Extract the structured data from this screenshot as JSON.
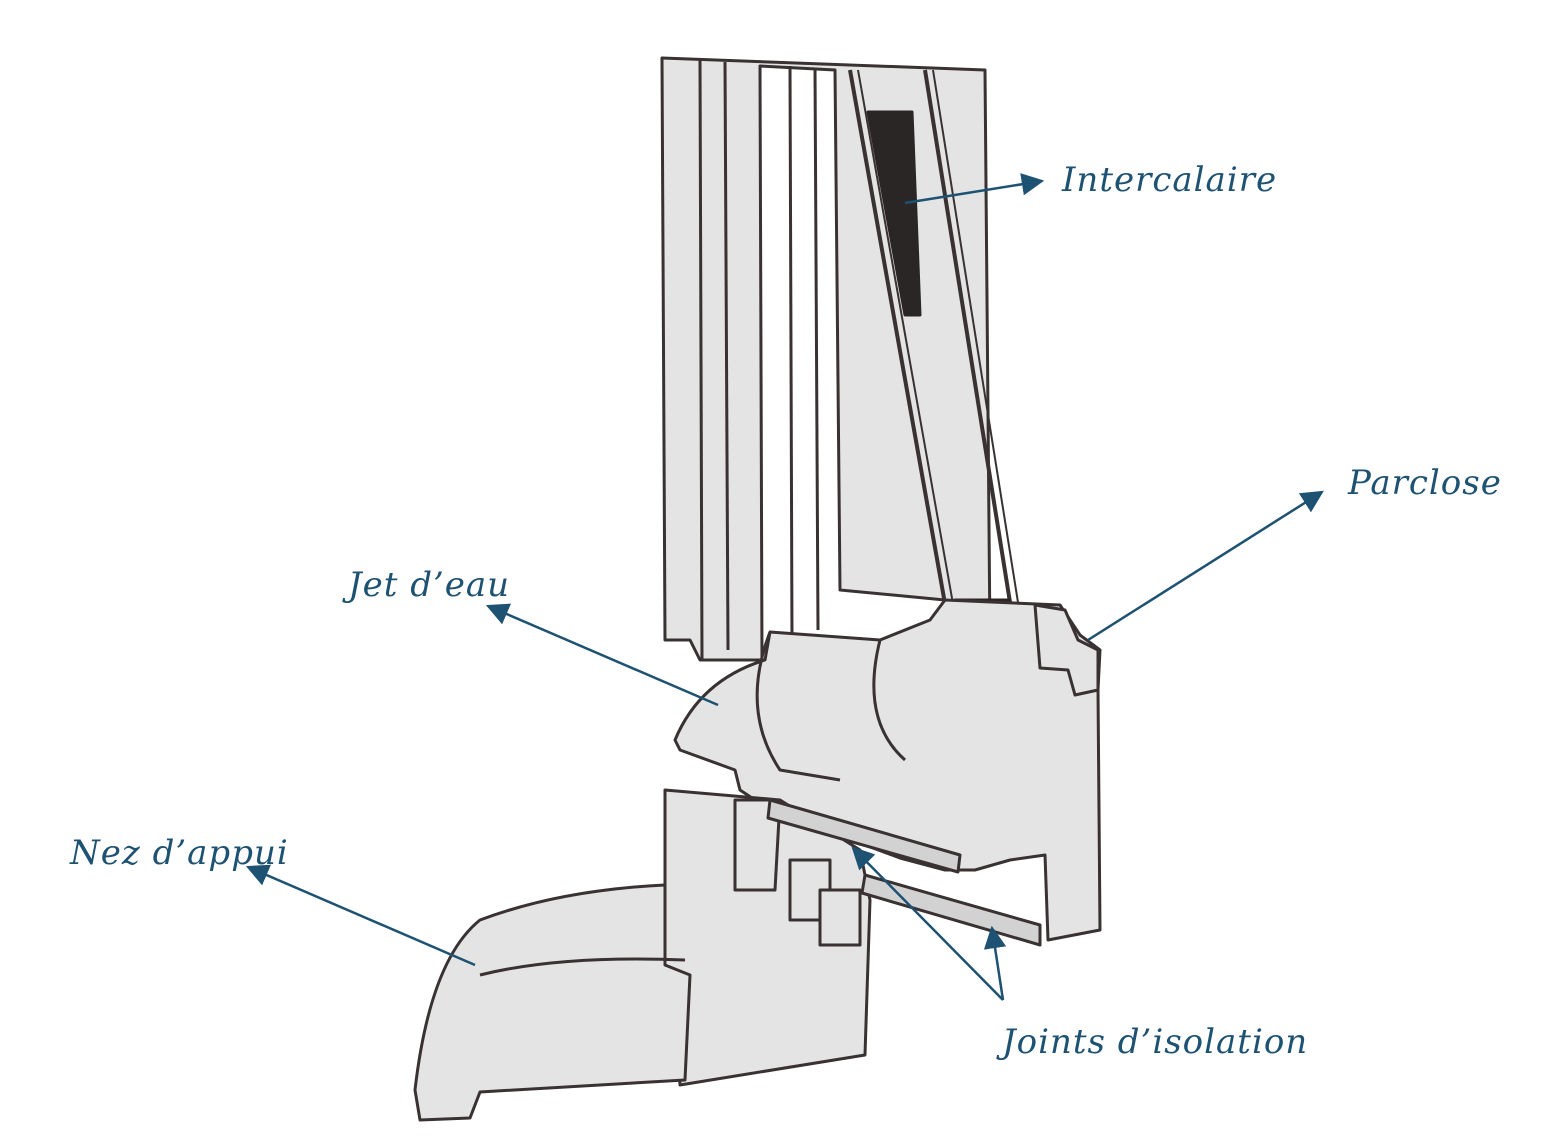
{
  "colors": {
    "label": "#1e5273",
    "arrow": "#1e5273",
    "sketch_stroke": "#3a3232",
    "sketch_fill": "#e4e4e4",
    "spacer": "#2b2626"
  },
  "labels": {
    "intercalaire": "Intercalaire",
    "parclose": "Parclose",
    "jet_deau": "Jet d’eau",
    "nez_dappui": "Nez d’appui",
    "joints_isolation": "Joints d’isolation"
  }
}
